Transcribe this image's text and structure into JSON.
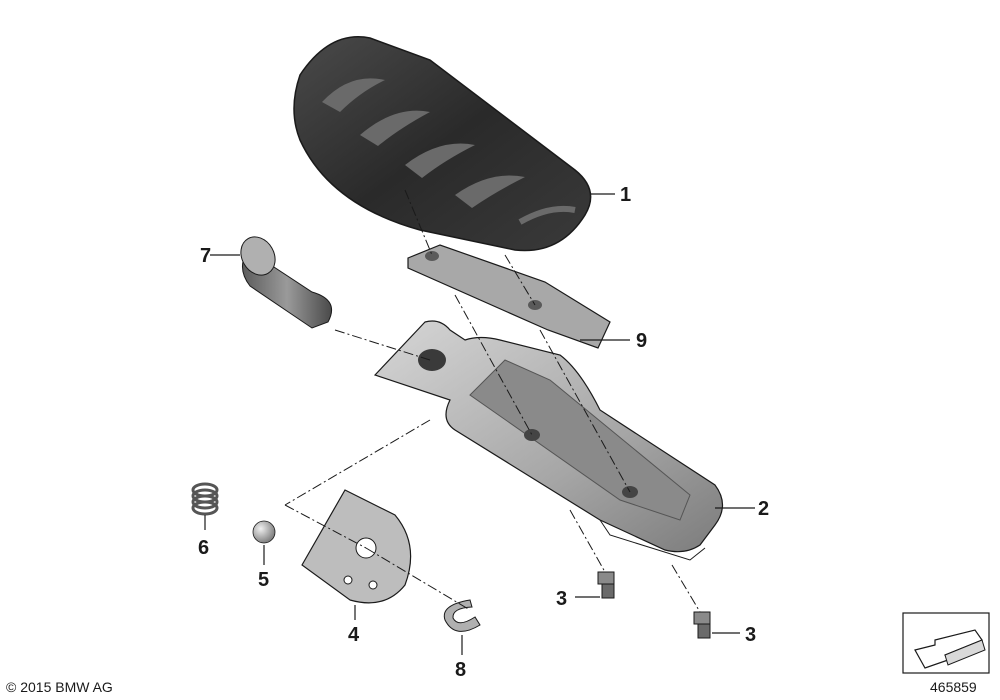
{
  "callouts": {
    "c1": "1",
    "c2": "2",
    "c3a": "3",
    "c3b": "3",
    "c4": "4",
    "c5": "5",
    "c6": "6",
    "c7": "7",
    "c8": "8",
    "c9": "9"
  },
  "footer": {
    "copyright": "© 2015 BMW AG",
    "diagram_number": "465859"
  },
  "icons": {
    "orientation": "orientation-arrow-icon"
  },
  "colors": {
    "rubber_dark": "#2b2b2b",
    "metal_grey": "#b9b9b9",
    "metal_dark": "#6e6e6e",
    "line": "#1a1a1a"
  }
}
